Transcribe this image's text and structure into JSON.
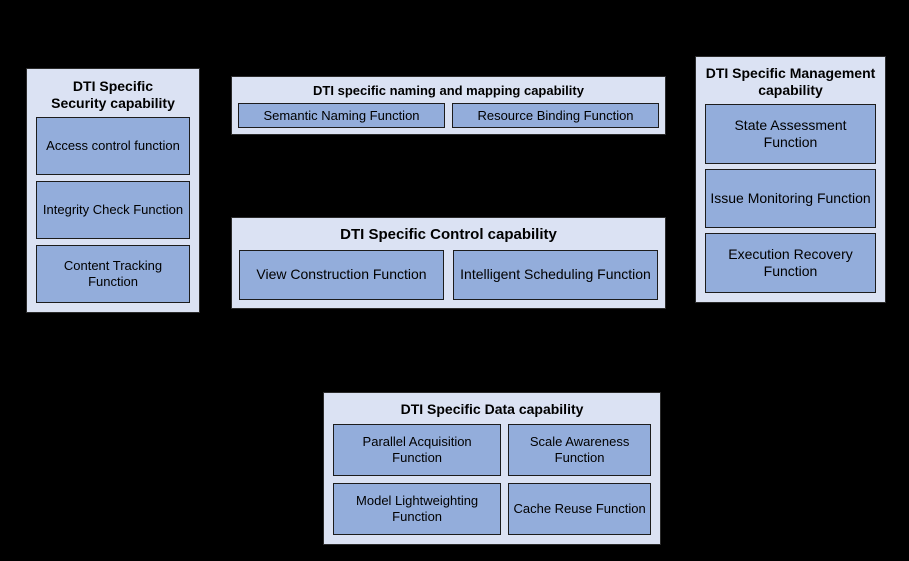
{
  "diagram": {
    "background_color": "#000000",
    "panel_color": "#dbe2f3",
    "function_box_color": "#93addb",
    "border_color": "#1c1c1c",
    "panels": [
      {
        "id": "security",
        "title": "DTI Specific\nSecurity capability",
        "title_line1": "DTI Specific",
        "title_line2": "Security capability",
        "functions": [
          "Access control function",
          "Integrity Check Function",
          "Content Tracking Function"
        ]
      },
      {
        "id": "naming",
        "title": "DTI specific naming and mapping capability",
        "functions": [
          "Semantic Naming Function",
          "Resource Binding Function"
        ]
      },
      {
        "id": "control",
        "title": "DTI Specific Control capability",
        "functions": [
          "View Construction Function",
          "Intelligent Scheduling Function"
        ]
      },
      {
        "id": "management",
        "title": "DTI Specific Management capability",
        "title_line1": "DTI Specific Management",
        "title_line2": "capability",
        "functions": [
          "State Assessment Function",
          "Issue Monitoring Function",
          "Execution Recovery Function"
        ]
      },
      {
        "id": "data",
        "title": "DTI Specific Data capability",
        "functions": [
          "Parallel Acquisition Function",
          "Scale Awareness Function",
          "Model Lightweighting Function",
          "Cache Reuse Function"
        ]
      }
    ]
  }
}
